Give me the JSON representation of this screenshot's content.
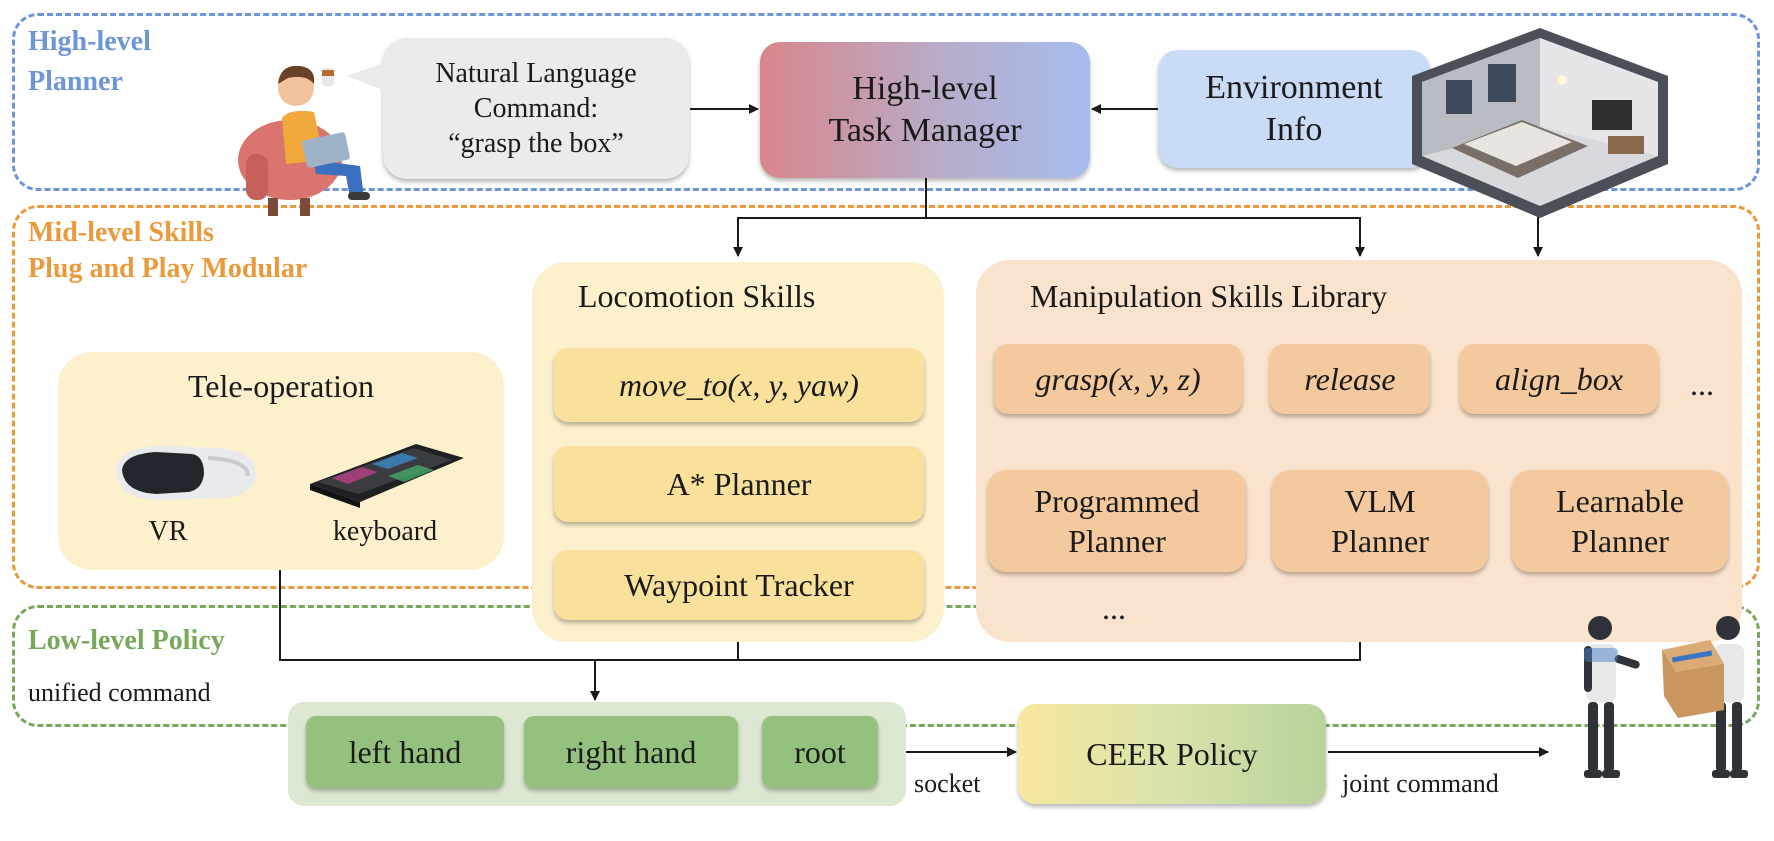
{
  "colors": {
    "high_level": "#6f95d9",
    "mid_level": "#eb9a3b",
    "low_level": "#79a85a"
  },
  "high_level": {
    "label": "High-level Planner",
    "command_bubble": {
      "line1": "Natural Language",
      "line2": "Command:",
      "line3": "“grasp the box”"
    },
    "task_manager": {
      "line1": "High-level",
      "line2": "Task Manager"
    },
    "environment": {
      "line1": "Environment",
      "line2": "Info"
    },
    "icons": [
      "person-with-laptop-icon",
      "bedroom-scene-icon"
    ]
  },
  "mid_level": {
    "label_line1": "Mid-level Skills",
    "label_line2": "Plug and Play Modular",
    "teleoperation": {
      "title": "Tele-operation",
      "devices": [
        {
          "label": "VR",
          "icon": "vr-headset-icon"
        },
        {
          "label": "keyboard",
          "icon": "keyboard-icon"
        }
      ]
    },
    "locomotion": {
      "title": "Locomotion Skills",
      "items": [
        "move_to(x, y, yaw)",
        "A* Planner",
        "Waypoint Tracker"
      ]
    },
    "manipulation": {
      "title": "Manipulation Skills Library",
      "skills": [
        "grasp(x, y, z)",
        "release",
        "align_box"
      ],
      "more": "...",
      "planners": [
        {
          "line1": "Programmed",
          "line2": "Planner"
        },
        {
          "line1": "VLM",
          "line2": "Planner"
        },
        {
          "line1": "Learnable",
          "line2": "Planner"
        }
      ],
      "planners_more": "..."
    }
  },
  "low_level": {
    "label": "Low-level Policy",
    "unified_command": "unified command",
    "commands": [
      "left hand",
      "right hand",
      "root"
    ],
    "socket": "socket",
    "policy": "CEER Policy",
    "joint_command": "joint command",
    "icons": [
      "humanoid-robots-icon"
    ]
  }
}
